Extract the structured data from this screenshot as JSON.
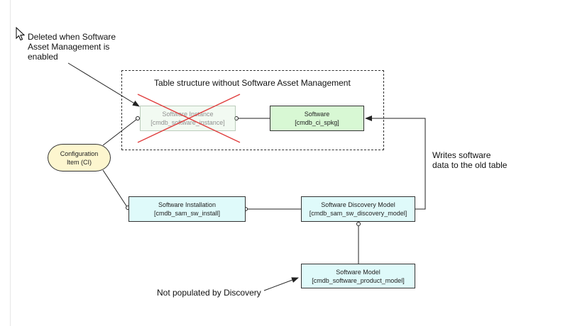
{
  "notes": {
    "deleted_line1": "Deleted when Software",
    "deleted_line2": "Asset Management is",
    "deleted_line3": "enabled",
    "writes_line1": "Writes software",
    "writes_line2": "data to the old table",
    "not_populated": "Not populated by Discovery"
  },
  "group_title": "Table structure without Software Asset Management",
  "nodes": {
    "software_instance": {
      "name": "Software Instance",
      "table": "[cmdb_software_instance]",
      "fill": "#e6f7e6"
    },
    "software": {
      "name": "Software",
      "table": "[cmdb_ci_spkg]",
      "fill": "#d8f8d4"
    },
    "ci": {
      "name": "Configuration",
      "name2": "Item (CI)",
      "fill": "#fdf6cf"
    },
    "software_installation": {
      "name": "Software Installation",
      "table": "[cmdb_sam_sw_install]",
      "fill": "#dffafa"
    },
    "discovery_model": {
      "name": "Software Discovery Model",
      "table": "[cmdb_sam_sw_discovery_model]",
      "fill": "#dffafa"
    },
    "software_model": {
      "name": "Software Model",
      "table": "[cmdb_software_product_model]",
      "fill": "#dffafa"
    }
  },
  "colors": {
    "cross": "#e04040",
    "line": "#222222"
  },
  "icons": {
    "cursor": "pointer-arrow-icon"
  }
}
